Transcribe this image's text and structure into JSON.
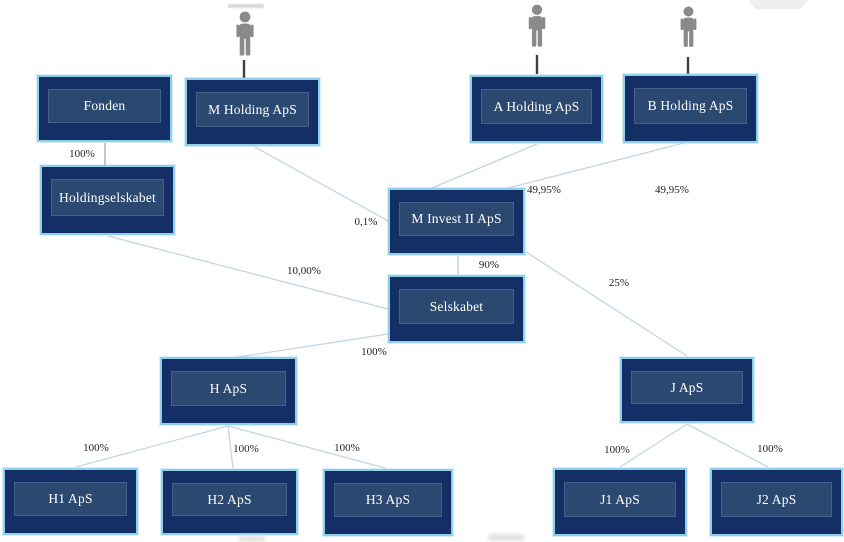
{
  "diagram": {
    "type": "ownership-structure-chart",
    "nodes": {
      "fonden": {
        "label": "Fonden"
      },
      "m_holding": {
        "label": "M Holding ApS"
      },
      "a_holding": {
        "label": "A Holding ApS"
      },
      "b_holding": {
        "label": "B Holding ApS"
      },
      "holdingselskabet": {
        "label": "Holdingselskabet"
      },
      "m_invest": {
        "label": "M Invest II ApS"
      },
      "selskabet": {
        "label": "Selskabet"
      },
      "h": {
        "label": "H ApS"
      },
      "j": {
        "label": "J ApS"
      },
      "h1": {
        "label": "H1 ApS"
      },
      "h2": {
        "label": "H2 ApS"
      },
      "h3": {
        "label": "H3 ApS"
      },
      "j1": {
        "label": "J1 ApS"
      },
      "j2": {
        "label": "J2 ApS"
      }
    },
    "edges": {
      "fonden_holdingselskabet": {
        "from": "Fonden",
        "to": "Holdingselskabet",
        "pct": "100%"
      },
      "m_holding_m_invest": {
        "from": "M Holding ApS",
        "to": "M Invest II ApS",
        "pct": "0,1%"
      },
      "a_holding_m_invest": {
        "from": "A Holding ApS",
        "to": "M Invest II ApS",
        "pct": "49,95%"
      },
      "b_holding_m_invest": {
        "from": "B Holding ApS",
        "to": "M Invest II ApS",
        "pct": "49,95%"
      },
      "holdingselskabet_selskabet": {
        "from": "Holdingselskabet",
        "to": "Selskabet",
        "pct": "10,00%"
      },
      "m_invest_selskabet": {
        "from": "M Invest II ApS",
        "to": "Selskabet",
        "pct": "90%"
      },
      "m_invest_j": {
        "from": "M Invest II ApS",
        "to": "J ApS",
        "pct": "25%"
      },
      "selskabet_h": {
        "from": "Selskabet",
        "to": "H ApS",
        "pct": "100%"
      },
      "h_h1": {
        "from": "H ApS",
        "to": "H1 ApS",
        "pct": "100%"
      },
      "h_h2": {
        "from": "H ApS",
        "to": "H2 ApS",
        "pct": "100%"
      },
      "h_h3": {
        "from": "H ApS",
        "to": "H3 ApS",
        "pct": "100%"
      },
      "j_j1": {
        "from": "J ApS",
        "to": "J1 ApS",
        "pct": "100%"
      },
      "j_j2": {
        "from": "J ApS",
        "to": "J2 ApS",
        "pct": "100%"
      }
    },
    "icons": {
      "owner_m": "person-icon",
      "owner_a": "person-icon",
      "owner_b": "person-icon"
    },
    "colors": {
      "box_fill": "#132f66",
      "box_inner_panel": "#2b4871",
      "box_border": "#8ed0ec",
      "connector_line": "#c2d6e6",
      "connector_line_gray": "#a8a8a8",
      "person_icon": "#8a8a8a",
      "label_text": "#1f1f1f",
      "node_text": "#ffffff"
    }
  }
}
